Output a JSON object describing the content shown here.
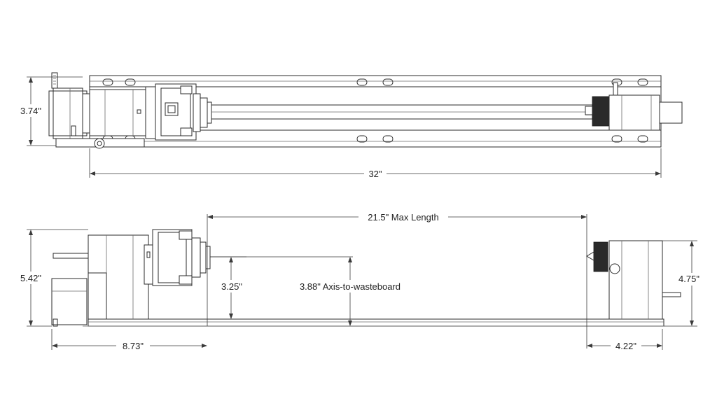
{
  "dimensions": {
    "top_height": "3.74\"",
    "top_length": "32\"",
    "max_length": "21.5\" Max Length",
    "side_height": "5.42\"",
    "chuck_axis": "3.25\"",
    "axis_to_wasteboard": "3.88\" Axis-to-wasteboard",
    "tailstock_height": "4.75\"",
    "headstock_offset": "8.73\"",
    "tailstock_offset": "4.22\""
  },
  "colors": {
    "line": "#2b2b2b",
    "knob": "#2a2a2a",
    "background": "#ffffff"
  }
}
